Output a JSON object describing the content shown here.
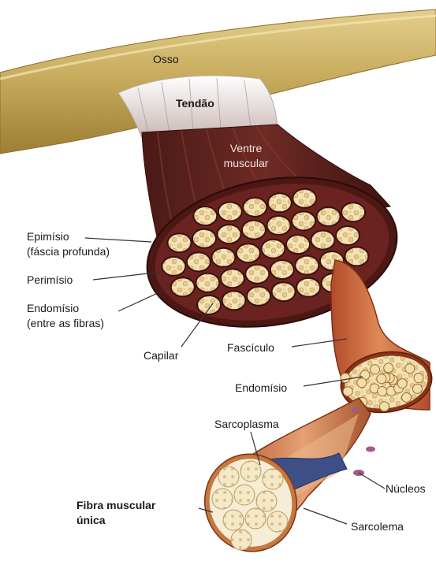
{
  "labels": {
    "bone": "Osso",
    "tendon": "Tendão",
    "belly_line1": "Ventre",
    "belly_line2": "muscular",
    "epimysium_line1": "Epimísio",
    "epimysium_line2": "(fáscia profunda)",
    "perimysium": "Perimísio",
    "endomysium_line1": "Endomísio",
    "endomysium_line2": "(entre as fibras)",
    "capillary": "Capilar",
    "fascicle": "Fascículo",
    "endomysium2": "Endomísio",
    "sarcoplasm": "Sarcoplasma",
    "nuclei": "Núcleos",
    "single_fiber_line1": "Fibra muscular",
    "single_fiber_line2": "única",
    "sarcolemma": "Sarcolema"
  }
}
